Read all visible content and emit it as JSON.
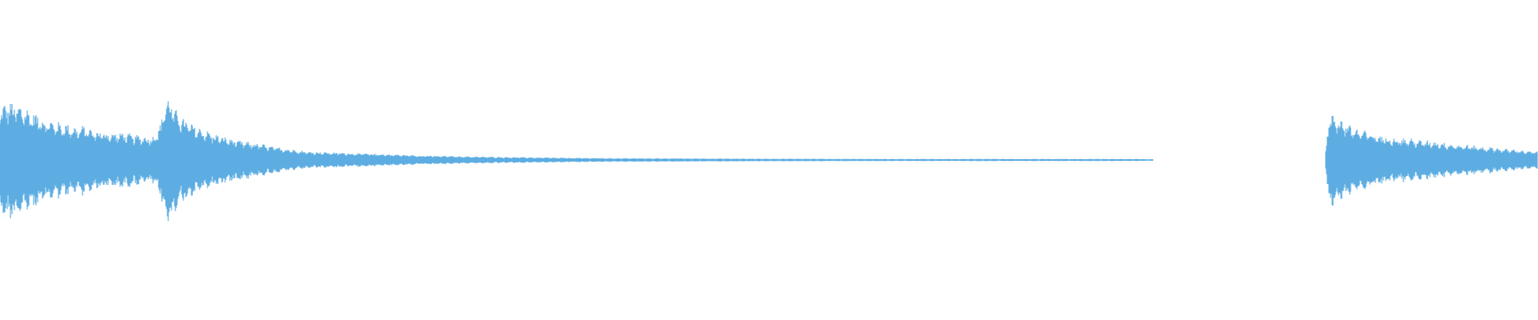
{
  "waveform": {
    "color": "#5DADE2",
    "background": "#ffffff",
    "segments": [
      {
        "description": "audio-clip-1",
        "start_fraction": 0.0,
        "end_fraction": 0.75,
        "envelope": [
          [
            0.0,
            0.48
          ],
          [
            0.005,
            0.55
          ],
          [
            0.01,
            0.52
          ],
          [
            0.015,
            0.5
          ],
          [
            0.02,
            0.45
          ],
          [
            0.025,
            0.42
          ],
          [
            0.03,
            0.38
          ],
          [
            0.035,
            0.36
          ],
          [
            0.04,
            0.34
          ],
          [
            0.045,
            0.33
          ],
          [
            0.05,
            0.3
          ],
          [
            0.055,
            0.32
          ],
          [
            0.06,
            0.28
          ],
          [
            0.065,
            0.27
          ],
          [
            0.07,
            0.26
          ],
          [
            0.075,
            0.25
          ],
          [
            0.08,
            0.26
          ],
          [
            0.085,
            0.24
          ],
          [
            0.09,
            0.23
          ],
          [
            0.095,
            0.22
          ],
          [
            0.1,
            0.22
          ],
          [
            0.105,
            0.36
          ],
          [
            0.108,
            0.6
          ],
          [
            0.111,
            0.55
          ],
          [
            0.115,
            0.45
          ],
          [
            0.12,
            0.38
          ],
          [
            0.125,
            0.33
          ],
          [
            0.13,
            0.3
          ],
          [
            0.135,
            0.27
          ],
          [
            0.14,
            0.24
          ],
          [
            0.145,
            0.22
          ],
          [
            0.15,
            0.2
          ],
          [
            0.155,
            0.18
          ],
          [
            0.16,
            0.17
          ],
          [
            0.165,
            0.16
          ],
          [
            0.17,
            0.15
          ],
          [
            0.175,
            0.13
          ],
          [
            0.18,
            0.12
          ],
          [
            0.185,
            0.11
          ],
          [
            0.19,
            0.1
          ],
          [
            0.195,
            0.09
          ],
          [
            0.2,
            0.08
          ],
          [
            0.21,
            0.075
          ],
          [
            0.22,
            0.07
          ],
          [
            0.23,
            0.065
          ],
          [
            0.24,
            0.06
          ],
          [
            0.25,
            0.055
          ],
          [
            0.26,
            0.05
          ],
          [
            0.27,
            0.045
          ],
          [
            0.28,
            0.04
          ],
          [
            0.29,
            0.038
          ],
          [
            0.3,
            0.035
          ],
          [
            0.31,
            0.032
          ],
          [
            0.32,
            0.03
          ],
          [
            0.33,
            0.028
          ],
          [
            0.34,
            0.026
          ],
          [
            0.35,
            0.024
          ],
          [
            0.36,
            0.022
          ],
          [
            0.37,
            0.02
          ],
          [
            0.38,
            0.019
          ],
          [
            0.4,
            0.017
          ],
          [
            0.42,
            0.016
          ],
          [
            0.44,
            0.015
          ],
          [
            0.46,
            0.014
          ],
          [
            0.48,
            0.013
          ],
          [
            0.5,
            0.012
          ],
          [
            0.52,
            0.012
          ],
          [
            0.54,
            0.011
          ],
          [
            0.56,
            0.011
          ],
          [
            0.58,
            0.01
          ],
          [
            0.6,
            0.01
          ],
          [
            0.62,
            0.01
          ],
          [
            0.64,
            0.01
          ],
          [
            0.66,
            0.01
          ],
          [
            0.68,
            0.01
          ],
          [
            0.7,
            0.01
          ],
          [
            0.72,
            0.01
          ],
          [
            0.74,
            0.01
          ],
          [
            0.75,
            0.008
          ]
        ]
      },
      {
        "description": "audio-clip-2",
        "start_fraction": 0.862,
        "end_fraction": 1.0,
        "envelope": [
          [
            0.862,
            0.1
          ],
          [
            0.864,
            0.4
          ],
          [
            0.868,
            0.42
          ],
          [
            0.872,
            0.38
          ],
          [
            0.876,
            0.34
          ],
          [
            0.88,
            0.3
          ],
          [
            0.885,
            0.28
          ],
          [
            0.89,
            0.26
          ],
          [
            0.895,
            0.24
          ],
          [
            0.9,
            0.22
          ],
          [
            0.905,
            0.22
          ],
          [
            0.91,
            0.2
          ],
          [
            0.915,
            0.2
          ],
          [
            0.92,
            0.19
          ],
          [
            0.925,
            0.18
          ],
          [
            0.93,
            0.18
          ],
          [
            0.935,
            0.17
          ],
          [
            0.94,
            0.16
          ],
          [
            0.945,
            0.15
          ],
          [
            0.95,
            0.14
          ],
          [
            0.955,
            0.14
          ],
          [
            0.96,
            0.13
          ],
          [
            0.965,
            0.12
          ],
          [
            0.97,
            0.12
          ],
          [
            0.975,
            0.11
          ],
          [
            0.98,
            0.1
          ],
          [
            0.985,
            0.1
          ],
          [
            0.99,
            0.09
          ],
          [
            0.995,
            0.08
          ],
          [
            1.0,
            0.08
          ]
        ]
      }
    ]
  }
}
